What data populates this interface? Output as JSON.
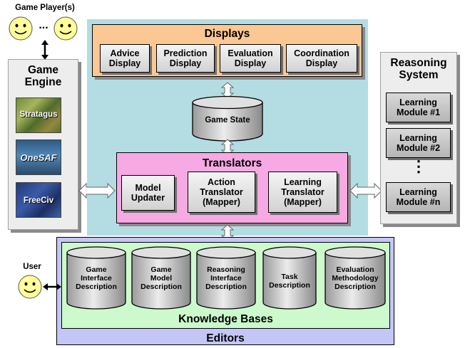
{
  "players": {
    "label": "Game Player(s)",
    "ellipsis": "..."
  },
  "game_engine": {
    "title": "Game\nEngine",
    "games": [
      "Stratagus",
      "OneSAF",
      "FreeCiv"
    ]
  },
  "displays": {
    "title": "Displays",
    "items": [
      "Advice\nDisplay",
      "Prediction\nDisplay",
      "Evaluation\nDisplay",
      "Coordination\nDisplay"
    ]
  },
  "game_state": {
    "label": "Game State"
  },
  "translators": {
    "title": "Translators",
    "items": [
      "Model\nUpdater",
      "Action\nTranslator\n(Mapper)",
      "Learning\nTranslator\n(Mapper)"
    ]
  },
  "reasoning": {
    "title": "Reasoning\nSystem",
    "modules": [
      "Learning\nModule #1",
      "Learning\nModule #2",
      "Learning\nModule #n"
    ],
    "ellipsis": "⋮"
  },
  "user": {
    "label": "User"
  },
  "knowledge_bases": {
    "title": "Knowledge Bases",
    "items": [
      "Game\nInterface\nDescription",
      "Game\nModel\nDescription",
      "Reasoning\nInterface\nDescription",
      "Task\nDescription",
      "Evaluation\nMethodology\nDescription"
    ]
  },
  "editors": {
    "title": "Editors"
  },
  "colors": {
    "core_panel": "#b3dde3",
    "displays": "#fbc792",
    "translators": "#f6a9e3",
    "editors": "#c4c7f6",
    "knowledge_bases": "#ccfacc",
    "engine_panel": "#ededed",
    "face": "#ffff99"
  }
}
